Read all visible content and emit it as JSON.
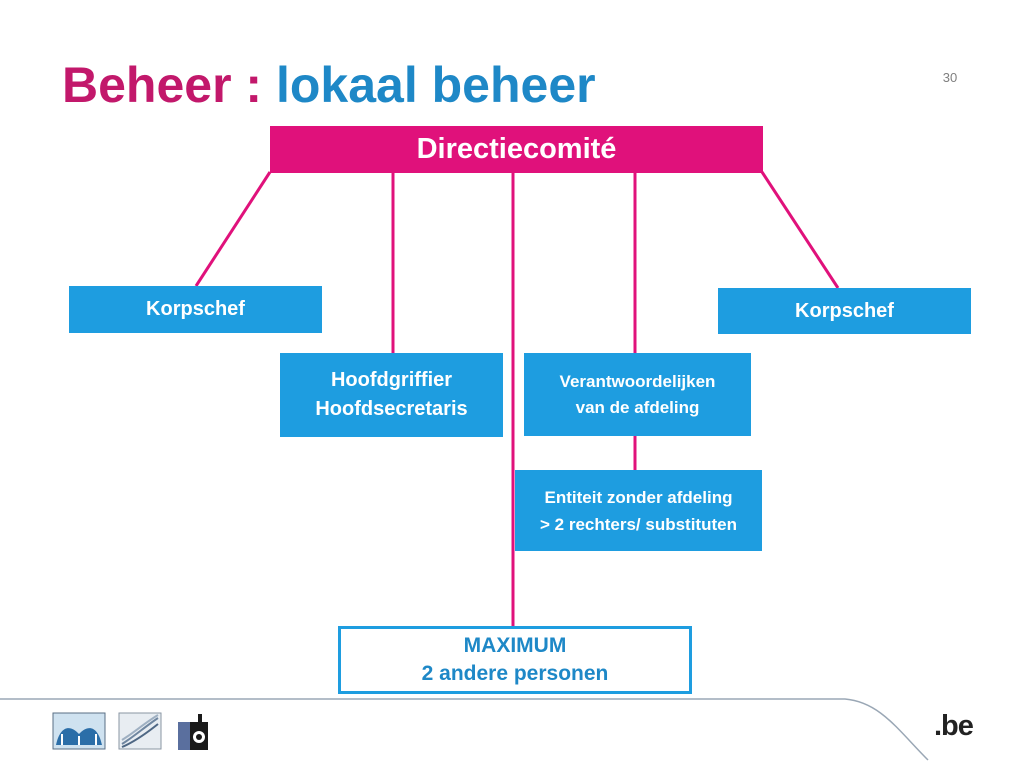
{
  "slide": {
    "number": "30",
    "title_part1": "Beheer :",
    "title_part2": "lokaal beheer"
  },
  "diagram": {
    "top": "Directiecomité",
    "korpschef_left": "Korpschef",
    "korpschef_right": "Korpschef",
    "griffier_line1": "Hoofdgriffier",
    "griffier_line2": "Hoofdsecretaris",
    "verantw_line1": "Verantwoordelijken",
    "verantw_line2": "van de afdeling",
    "entiteit_line1": "Entiteit zonder afdeling",
    "entiteit_line2": "> 2 rechters/ substituten",
    "maximum_line1": "MAXIMUM",
    "maximum_line2": "2 andere personen"
  },
  "footer": {
    "logo": ".be"
  },
  "colors": {
    "magenta": "#e0117b",
    "blue": "#1e9de0",
    "title_magenta": "#c2186b",
    "title_blue": "#1e88c7"
  }
}
